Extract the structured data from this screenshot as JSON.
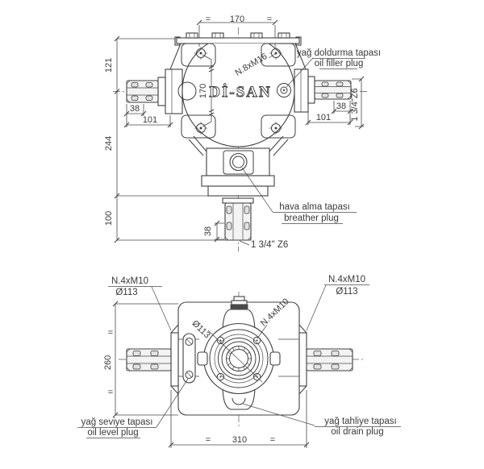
{
  "brand": "Dİ-SAN",
  "top_view": {
    "dims": {
      "eq": "=",
      "top_width": "170",
      "bolt_spacing_vertical": "170",
      "height_upper": "121",
      "height_mid": "244",
      "height_lower": "100",
      "left_spline": "38",
      "left_shaft": "101",
      "right_spline": "38",
      "right_shaft": "101",
      "bottom_spline": "38"
    },
    "callouts": {
      "bolts": "N.8xM16",
      "pto_right": "1 3/4\"Z6",
      "pto_bottom": "1 3/4\" Z6"
    },
    "labels": {
      "filler_tr": "yağ doldurma tapası",
      "filler_en": "oil filler plug",
      "breather_tr": "hava alma tapası",
      "breather_en": "breather plug"
    }
  },
  "front_view": {
    "dims": {
      "eq": "=",
      "height": "260",
      "width": "310"
    },
    "callouts": {
      "left_line1": "N.4xM10",
      "left_line2": "Ø113",
      "right_line1": "N.4xM10",
      "right_line2": "Ø113",
      "diag_diameter": "Ø113",
      "diag_bolts": "N.4xM10"
    },
    "labels": {
      "level_tr": "yağ seviye tapası",
      "level_en": "oil level plug",
      "drain_tr": "yağ tahliye tapası",
      "drain_en": "oil drain plug"
    }
  },
  "colors": {
    "line": "#3f3f3f",
    "text": "#3a3a3a",
    "background": "#ffffff",
    "shaft_fill": "#f3f3f3",
    "cap_dark": "#4a4a4a"
  }
}
